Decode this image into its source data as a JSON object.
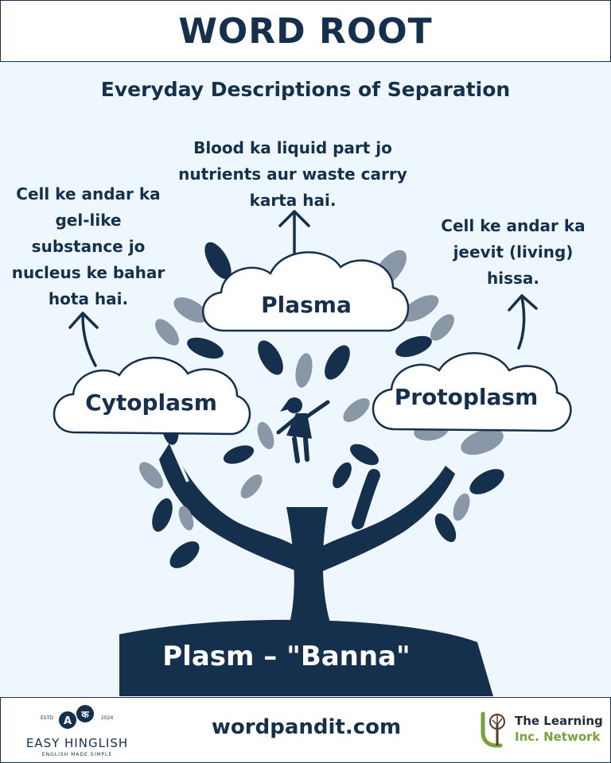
{
  "title": "WORD ROOT",
  "subtitle": "Everyday Descriptions of Separation",
  "clouds": {
    "plasma": "Plasma",
    "cytoplasm": "Cytoplasm",
    "protoplasm": "Protoplasm"
  },
  "descriptions": {
    "plasma": [
      "Blood ka liquid part jo",
      "nutrients aur waste carry",
      "karta hai."
    ],
    "cytoplasm": [
      "Cell ke andar ka",
      "gel-like",
      "substance jo",
      "nucleus ke bahar",
      "hota hai."
    ],
    "protoplasm": [
      "Cell ke andar ka",
      "jeevit (living)",
      "hissa."
    ]
  },
  "root": "Plasm – \"Banna\"",
  "footer": {
    "website": "wordpandit.com",
    "left_brand": {
      "name": "EASY HINGLISH",
      "tagline": "ENGLISH MADE SIMPLE",
      "estd": "ESTD",
      "year": "2024",
      "badge_a": "A",
      "badge_k": "क"
    },
    "right_brand": {
      "line1": "The Learning",
      "line2": "Inc. Network"
    }
  },
  "colors": {
    "navy": "#14304d",
    "background": "#eef7fd",
    "leaf_gray": "#8a97a6",
    "green": "#7aa23a"
  }
}
